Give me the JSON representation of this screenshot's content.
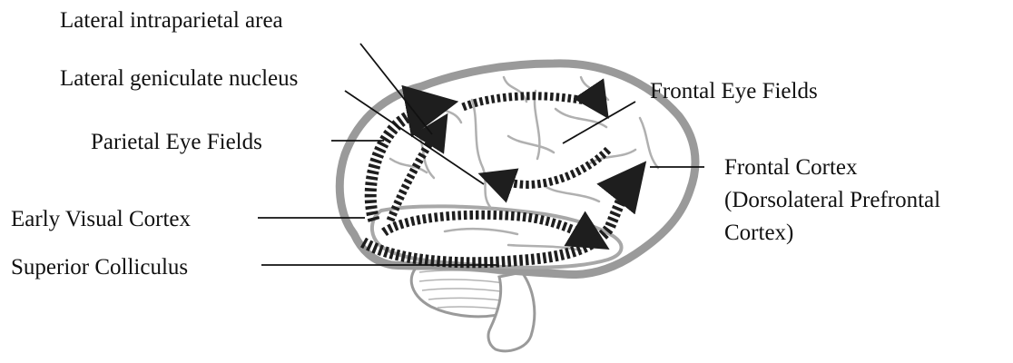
{
  "labels": {
    "lateral_intraparietal": "Lateral intraparietal area",
    "lateral_geniculate": "Lateral geniculate nucleus",
    "parietal_eye_fields": "Parietal Eye Fields",
    "early_visual_cortex": "Early Visual Cortex",
    "superior_colliculus": "Superior Colliculus",
    "frontal_eye_fields": "Frontal Eye Fields",
    "frontal_cortex_line1": "Frontal Cortex",
    "frontal_cortex_line2": "(Dorsolateral Prefrontal",
    "frontal_cortex_line3": "Cortex)"
  },
  "colors": {
    "brain_outline": "#9a9a9a",
    "pathway": "#1e1e1e",
    "text": "#111111"
  }
}
